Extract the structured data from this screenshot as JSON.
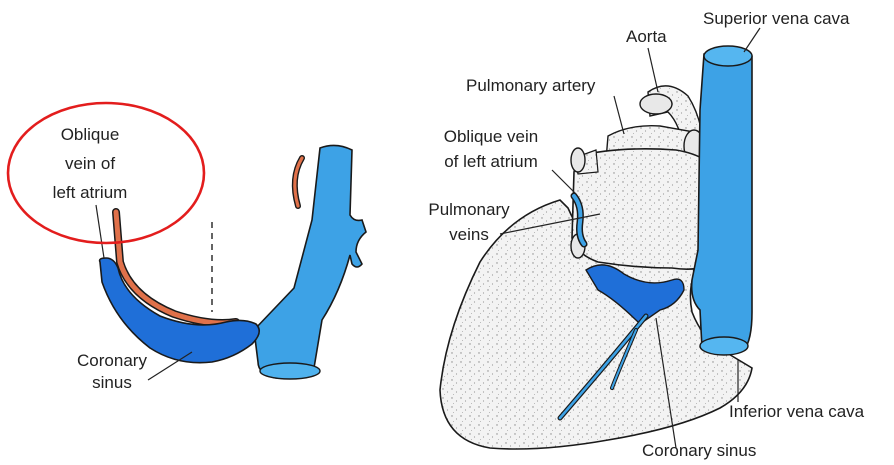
{
  "labels": {
    "left_oblique_1": "Oblique",
    "left_oblique_2": "vein of",
    "left_oblique_3": "left atrium",
    "left_coronary_1": "Coronary",
    "left_coronary_2": "sinus",
    "aorta": "Aorta",
    "superior_vena_cava": "Superior vena cava",
    "pulmonary_artery": "Pulmonary artery",
    "right_oblique_1": "Oblique vein",
    "right_oblique_2": "of left atrium",
    "pulmonary_veins_1": "Pulmonary",
    "pulmonary_veins_2": "veins",
    "inferior_vena_cava": "Inferior vena cava",
    "coronary_sinus": "Coronary sinus"
  },
  "colors": {
    "vessel_blue": "#3da2e6",
    "sinus_blue": "#1f6fd8",
    "oblique_vein_orange": "#e0714a",
    "heart_fill": "#f1f1f1",
    "highlight_circle": "#e31d1d",
    "outline": "#1a1a1a"
  }
}
